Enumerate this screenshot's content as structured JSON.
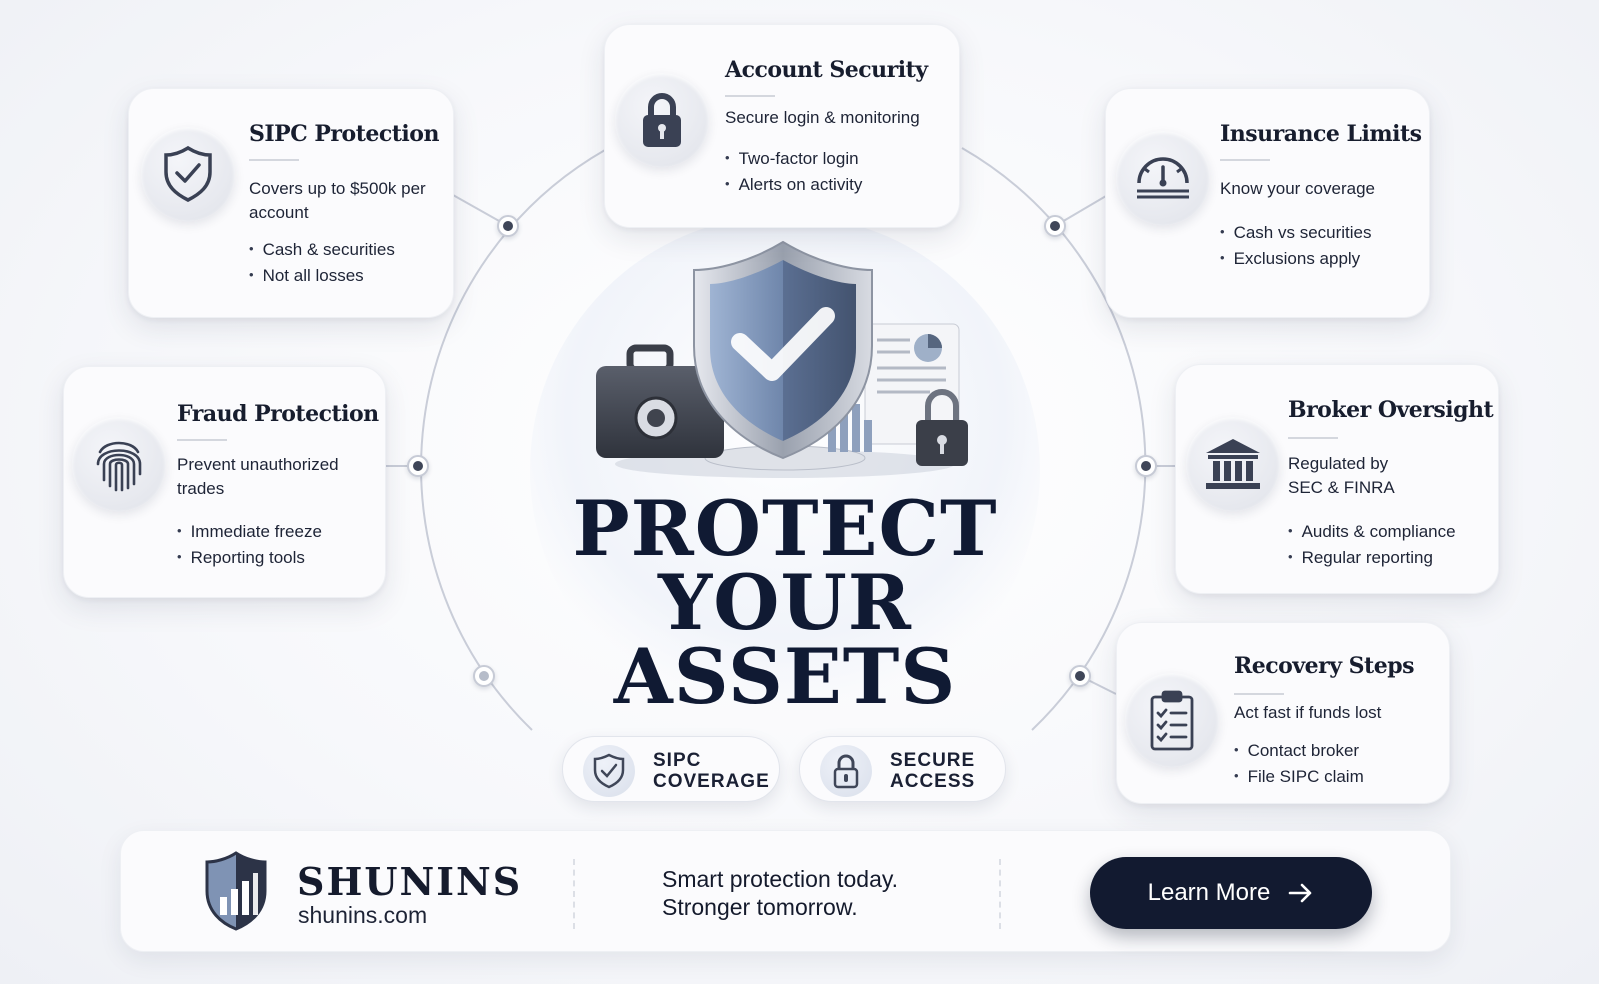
{
  "hero": {
    "title_line1": "PROTECT",
    "title_line2": "YOUR",
    "title_line3": "ASSETS"
  },
  "cards": {
    "sipc": {
      "title": "SIPC Protection",
      "subtitle": "Covers up to $500k per account",
      "bullets": [
        "Cash & securities",
        "Not all losses"
      ],
      "icon": "shield-check-icon"
    },
    "account_security": {
      "title": "Account Security",
      "subtitle": "Secure login & monitoring",
      "bullets": [
        "Two-factor login",
        "Alerts on activity"
      ],
      "icon": "padlock-icon"
    },
    "insurance": {
      "title": "Insurance Limits",
      "subtitle": "Know your coverage",
      "bullets": [
        "Cash vs securities",
        "Exclusions apply"
      ],
      "icon": "gauge-icon"
    },
    "fraud": {
      "title": "Fraud Protection",
      "subtitle": "Prevent unauthorized trades",
      "bullets": [
        "Immediate freeze",
        "Reporting tools"
      ],
      "icon": "fingerprint-icon"
    },
    "broker": {
      "title": "Broker Oversight",
      "subtitle": "Regulated by SEC & FINRA",
      "bullets": [
        "Audits & compliance",
        "Regular reporting"
      ],
      "icon": "bank-building-icon"
    },
    "recovery": {
      "title": "Recovery Steps",
      "subtitle": "Act fast if funds lost",
      "bullets": [
        "Contact broker",
        "File SIPC claim"
      ],
      "icon": "clipboard-checklist-icon"
    }
  },
  "pills": {
    "sipc": {
      "label": "SIPC\nCOVERAGE",
      "icon": "shield-check-icon"
    },
    "secure": {
      "label": "SECURE\nACCESS",
      "icon": "padlock-icon"
    }
  },
  "footer": {
    "brand": "SHUNINS",
    "url": "shunins.com",
    "tagline_line1": "Smart protection today.",
    "tagline_line2": "Stronger tomorrow.",
    "cta_label": "Learn More",
    "cta_icon": "arrow-right-icon",
    "logo_icon": "shield-bar-chart-logo"
  },
  "colors": {
    "navy": "#121a30",
    "steel_blue": "#6f86ab",
    "slate": "#3f4658"
  }
}
